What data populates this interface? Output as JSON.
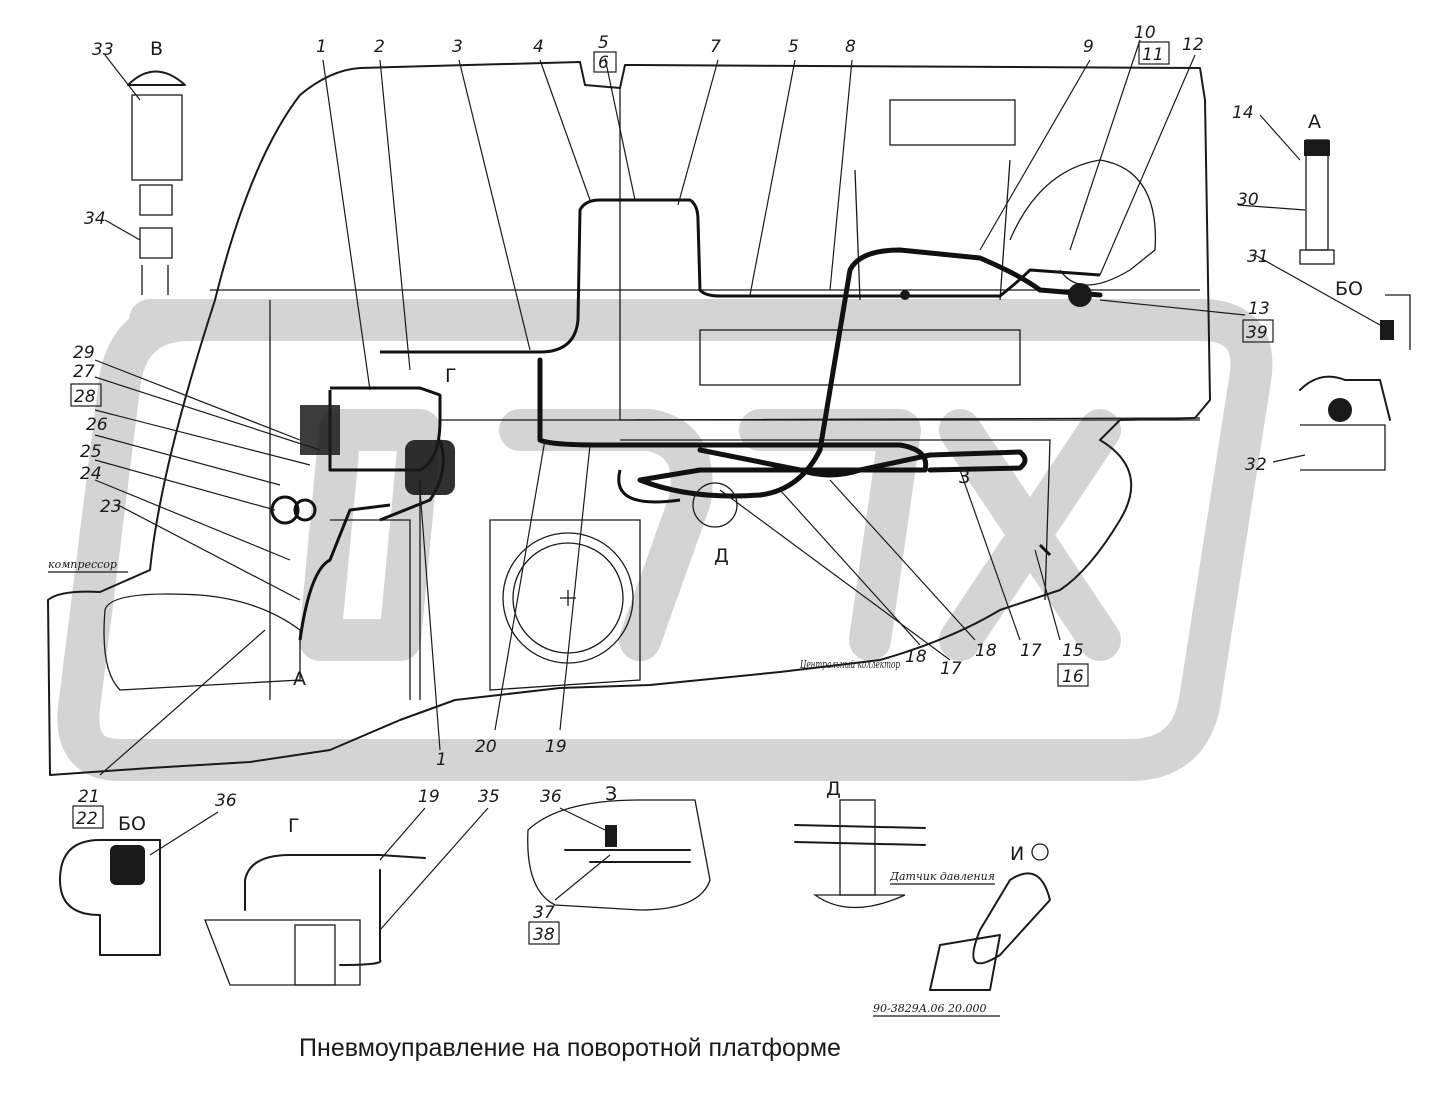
{
  "title": "Пневмоуправление на поворотной платформе",
  "callouts": [
    {
      "id": "1",
      "text": "1"
    },
    {
      "id": "2",
      "text": "2"
    },
    {
      "id": "3",
      "text": "3"
    },
    {
      "id": "4",
      "text": "4"
    },
    {
      "id": "5a",
      "text": "5"
    },
    {
      "id": "6",
      "text": "6",
      "boxed": true
    },
    {
      "id": "7",
      "text": "7"
    },
    {
      "id": "5b",
      "text": "5"
    },
    {
      "id": "8",
      "text": "8"
    },
    {
      "id": "9",
      "text": "9"
    },
    {
      "id": "10",
      "text": "10"
    },
    {
      "id": "11",
      "text": "11",
      "boxed": true
    },
    {
      "id": "12",
      "text": "12"
    },
    {
      "id": "14",
      "text": "14"
    },
    {
      "id": "30",
      "text": "30"
    },
    {
      "id": "31",
      "text": "31"
    },
    {
      "id": "13",
      "text": "13"
    },
    {
      "id": "39",
      "text": "39",
      "boxed": true
    },
    {
      "id": "32",
      "text": "32"
    },
    {
      "id": "33",
      "text": "33"
    },
    {
      "id": "34",
      "text": "34"
    },
    {
      "id": "29",
      "text": "29"
    },
    {
      "id": "27",
      "text": "27"
    },
    {
      "id": "28",
      "text": "28",
      "boxed": true
    },
    {
      "id": "26",
      "text": "26"
    },
    {
      "id": "25",
      "text": "25"
    },
    {
      "id": "24",
      "text": "24"
    },
    {
      "id": "23",
      "text": "23"
    },
    {
      "id": "15",
      "text": "15"
    },
    {
      "id": "16",
      "text": "16",
      "boxed": true
    },
    {
      "id": "17a",
      "text": "17"
    },
    {
      "id": "18a",
      "text": "18"
    },
    {
      "id": "18b",
      "text": "18"
    },
    {
      "id": "17b",
      "text": "17"
    },
    {
      "id": "1b",
      "text": "1"
    },
    {
      "id": "20",
      "text": "20"
    },
    {
      "id": "19a",
      "text": "19"
    },
    {
      "id": "21",
      "text": "21"
    },
    {
      "id": "22",
      "text": "22",
      "boxed": true
    },
    {
      "id": "36a",
      "text": "36"
    },
    {
      "id": "19b",
      "text": "19"
    },
    {
      "id": "35",
      "text": "35"
    },
    {
      "id": "36b",
      "text": "36"
    },
    {
      "id": "37",
      "text": "37"
    },
    {
      "id": "38",
      "text": "38",
      "boxed": true
    }
  ],
  "view_labels": {
    "b_top": "В",
    "a_top": "А",
    "bo_right": "БО",
    "g_main": "Г",
    "d_main": "Д",
    "a_main": "А",
    "z_main": "З",
    "bo_bottom": "БО",
    "g_bottom": "Г",
    "z_bottom": "З",
    "d_bottom": "Д",
    "i_bottom": "И"
  },
  "annotations": {
    "compressor": "компрессор",
    "central_collector": "Центральный коллектор",
    "sensor_pressure": "Датчик давления",
    "part_number": "90-3829А.06 20.000"
  }
}
